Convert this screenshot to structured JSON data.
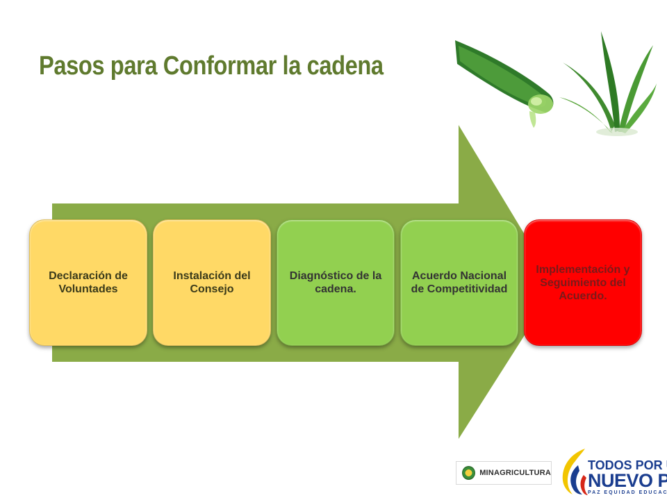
{
  "slide": {
    "title": "Pasos para Conformar la cadena"
  },
  "steps": [
    {
      "label": "Declaración de Voluntades",
      "color": "#ffd966"
    },
    {
      "label": "Instalación del Consejo",
      "color": "#ffd966"
    },
    {
      "label": "Diagnóstico de la cadena.",
      "color": "#92d050"
    },
    {
      "label": "Acuerdo Nacional de Competitividad",
      "color": "#92d050"
    },
    {
      "label": "Implementación y Seguimiento del Acuerdo.",
      "color": "#ff0000"
    }
  ],
  "colors": {
    "arrow": "#8aab47",
    "title": "#5f7a2e"
  },
  "footer": {
    "ministry": "MINAGRICULTURA",
    "slogan_line1": "TODOS POR UN",
    "slogan_line2": "NUEVO PAÍS",
    "slogan_line3": "PAZ EQUIDAD EDUCACIÓN"
  },
  "icons": {
    "aloe_leaf": "aloe-leaf-icon",
    "aloe_plant": "aloe-plant-icon",
    "seal": "colombia-seal-icon",
    "flag": "colombia-flag-swoosh-icon"
  }
}
